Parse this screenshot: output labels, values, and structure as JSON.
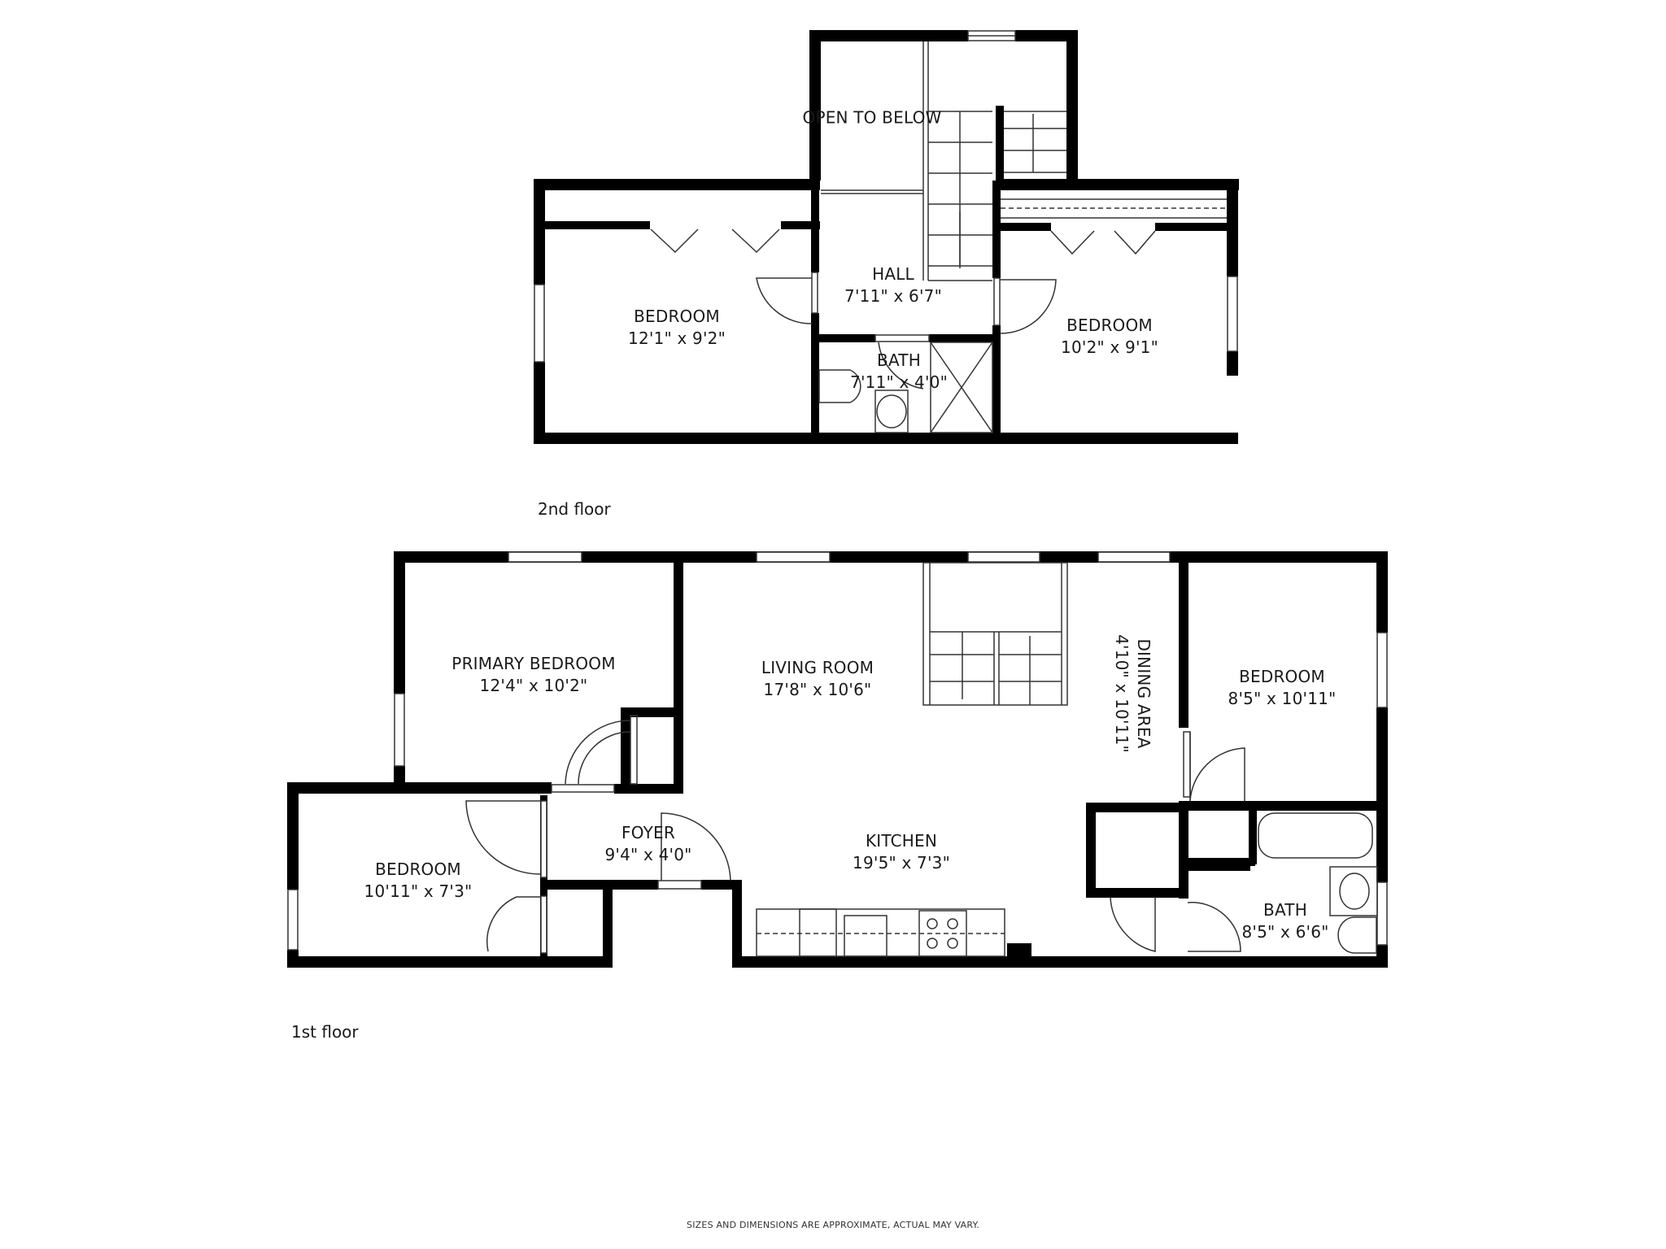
{
  "floors": [
    {
      "name": "2nd floor",
      "rooms": [
        {
          "name": "OPEN TO BELOW",
          "dims": ""
        },
        {
          "name": "HALL",
          "dims": "7'11\" x 6'7\""
        },
        {
          "name": "BEDROOM",
          "dims": "12'1\" x 9'2\""
        },
        {
          "name": "BEDROOM",
          "dims": "10'2\" x 9'1\""
        },
        {
          "name": "BATH",
          "dims": "7'11\" x 4'0\""
        }
      ]
    },
    {
      "name": "1st floor",
      "rooms": [
        {
          "name": "PRIMARY BEDROOM",
          "dims": "12'4\" x 10'2\""
        },
        {
          "name": "LIVING ROOM",
          "dims": "17'8\" x 10'6\""
        },
        {
          "name": "DINING AREA",
          "dims": "4'10\" x 10'11\""
        },
        {
          "name": "BEDROOM",
          "dims": "8'5\" x 10'11\""
        },
        {
          "name": "BEDROOM",
          "dims": "10'11\" x 7'3\""
        },
        {
          "name": "FOYER",
          "dims": "9'4\" x 4'0\""
        },
        {
          "name": "KITCHEN",
          "dims": "19'5\" x 7'3\""
        },
        {
          "name": "BATH",
          "dims": "8'5\" x 6'6\""
        }
      ]
    }
  ],
  "disclaimer": "SIZES AND DIMENSIONS ARE APPROXIMATE, ACTUAL MAY VARY.",
  "colors": {
    "wall": "#000000",
    "background": "#ffffff",
    "fixture_line": "#333333"
  }
}
